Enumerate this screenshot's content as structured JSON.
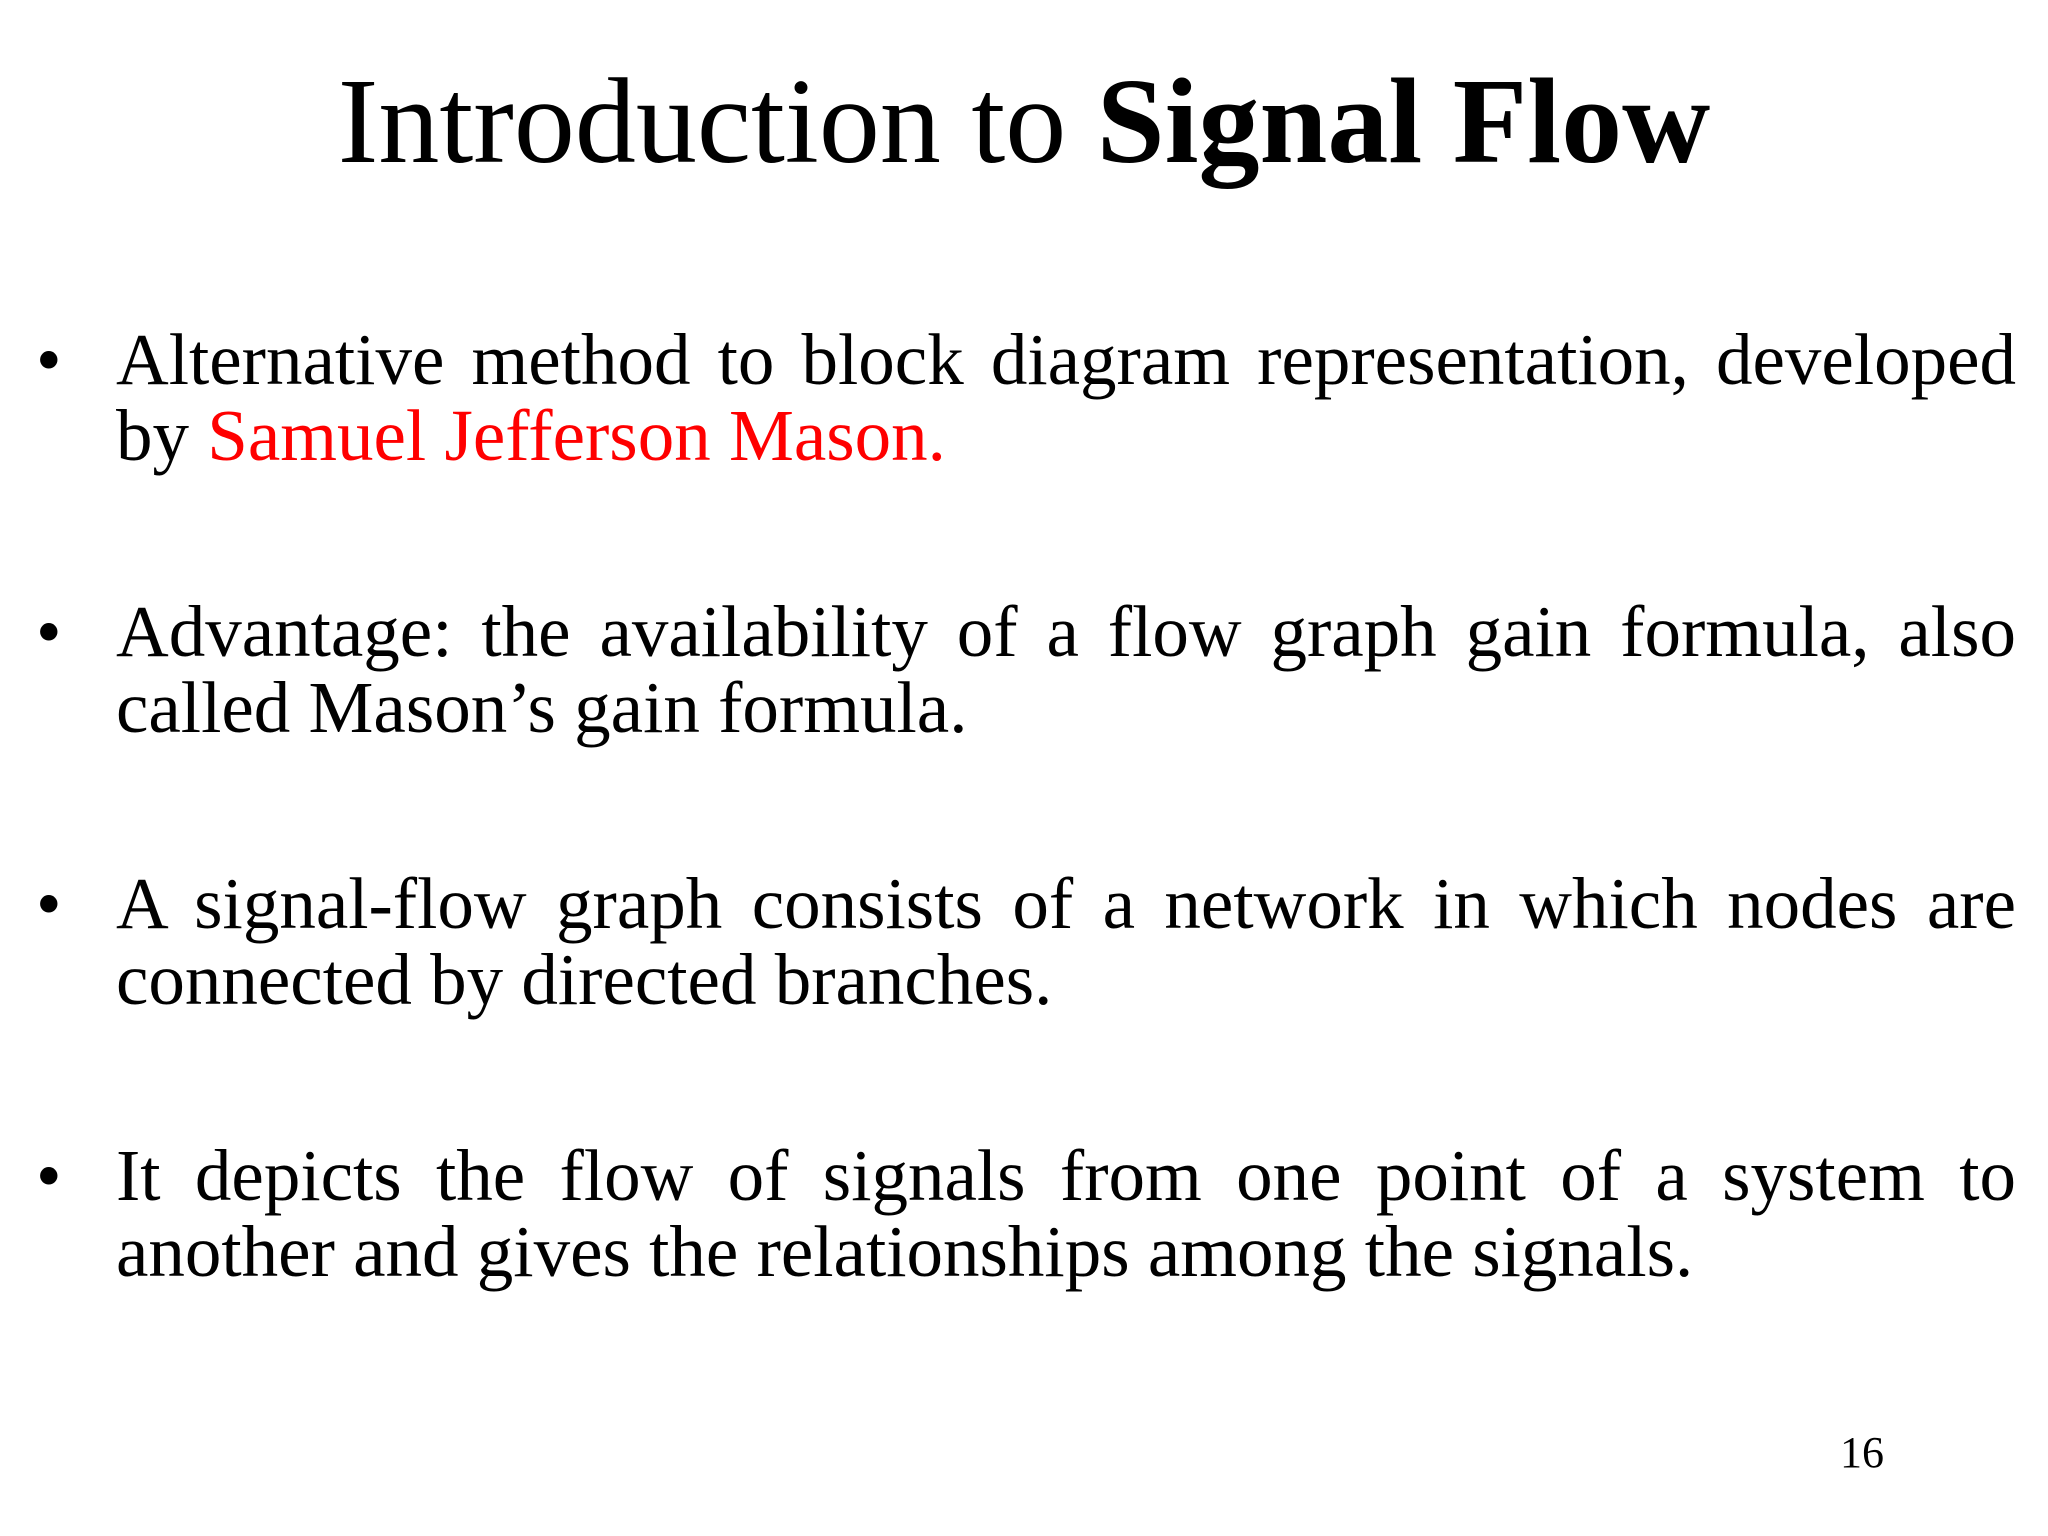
{
  "slide": {
    "title_plain": "Introduction to ",
    "title_bold": "Signal Flow",
    "bullet_symbol": "•",
    "bullets": [
      {
        "text": "Alternative method to block diagram representation, developed by ",
        "highlight": "Samuel Jefferson Mason."
      },
      {
        "text": "Advantage: the availability of a flow graph gain formula, also called Mason’s gain formula.",
        "highlight": ""
      },
      {
        "text": "A signal-flow graph consists of a network in which nodes are connected by directed branches.",
        "highlight": ""
      },
      {
        "text": "It depicts the flow of signals from one point of a system to another and gives the relationships among the signals.",
        "highlight": ""
      }
    ],
    "page_number": "16",
    "colors": {
      "text": "#000000",
      "highlight": "#ff0000",
      "background": "#ffffff"
    }
  }
}
